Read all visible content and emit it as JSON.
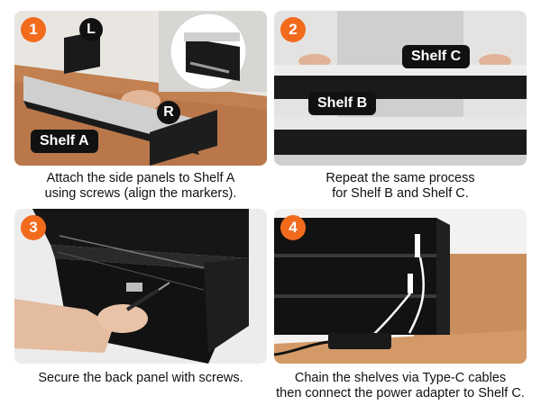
{
  "colors": {
    "accent": "#f26b1d",
    "tag_bg": "#111111"
  },
  "steps": [
    {
      "number": "1",
      "tags": {
        "shelf_a": "Shelf A",
        "left": "L",
        "right": "R"
      },
      "caption_line1": "Attach the side panels to Shelf A",
      "caption_line2": "using screws (align the markers)."
    },
    {
      "number": "2",
      "tags": {
        "shelf_c": "Shelf C",
        "shelf_b": "Shelf B"
      },
      "caption_line1": "Repeat the same process",
      "caption_line2": "for Shelf B and Shelf C."
    },
    {
      "number": "3",
      "caption_line1": "Secure the back panel with screws."
    },
    {
      "number": "4",
      "caption_line1": "Chain the shelves via Type-C cables",
      "caption_line2": "then connect the power adapter to Shelf C."
    }
  ]
}
